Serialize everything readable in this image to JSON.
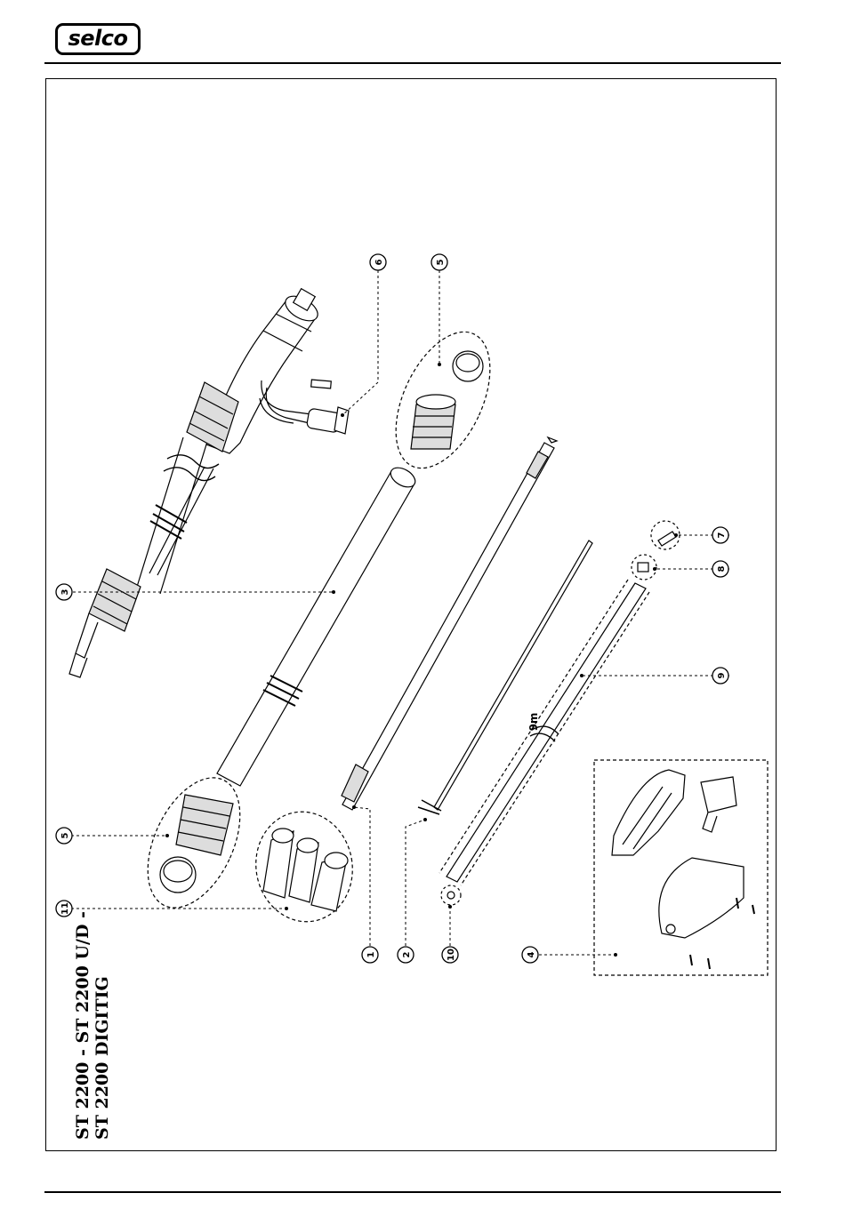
{
  "header": {
    "logo_text": "selco"
  },
  "title": {
    "line1": "ST 2200  - ST 2200 U/D -",
    "line2": "ST 2200 DIGITIG"
  },
  "annotations": {
    "length_label": "9m"
  },
  "callouts": [
    "1",
    "2",
    "3",
    "4",
    "5",
    "5",
    "6",
    "7",
    "8",
    "9",
    "10",
    "11"
  ]
}
